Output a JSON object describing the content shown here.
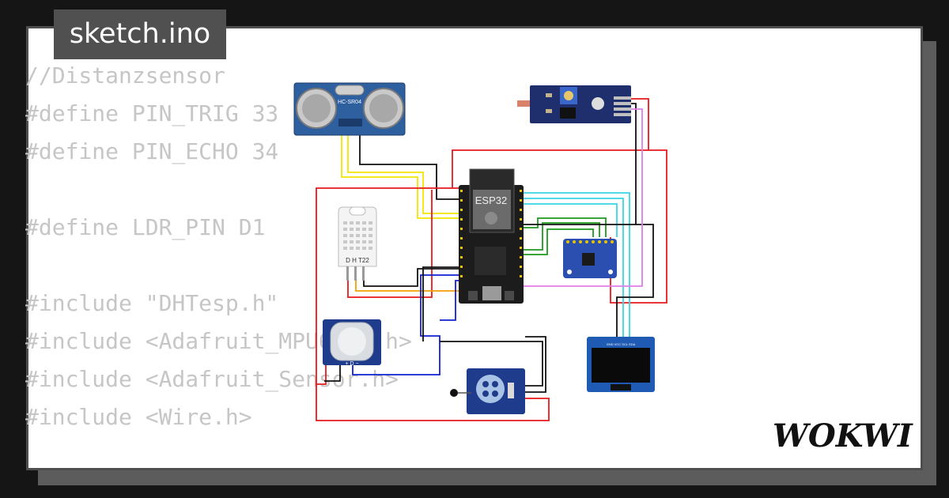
{
  "file_tab": {
    "title": "sketch.ino"
  },
  "code_lines": [
    "//Distanzsensor",
    "#define PIN_TRIG 33",
    "#define PIN_ECHO 34",
    "",
    "#define LDR_PIN D1",
    "",
    "#include \"DHTesp.h\"",
    "#include <Adafruit_MPU6050.h>",
    "#include <Adafruit_Sensor.h>",
    "#include <Wire.h>"
  ],
  "components": {
    "ultrasonic": {
      "label": "HC-SR04"
    },
    "mcu": {
      "label": "ESP32"
    },
    "dht": {
      "label": "D H T22"
    },
    "oled": {
      "pins": "GND VCC SCL SDA"
    }
  },
  "brand": {
    "logo_text": "WOKWI"
  },
  "colors": {
    "background": "#151515",
    "card": "#ffffff",
    "tab": "#505050",
    "code_text": "#c6c6c6",
    "wire_red": "#e8191c",
    "wire_black": "#111111",
    "wire_yellow": "#f2e600",
    "wire_orange": "#f5a000",
    "wire_cyan": "#38d6e8",
    "wire_green": "#1e9a1e",
    "wire_violet": "#e07ee6",
    "wire_blue": "#1020d0",
    "module_blue": "#1f3c8c",
    "esp_black": "#1c1c1c"
  }
}
